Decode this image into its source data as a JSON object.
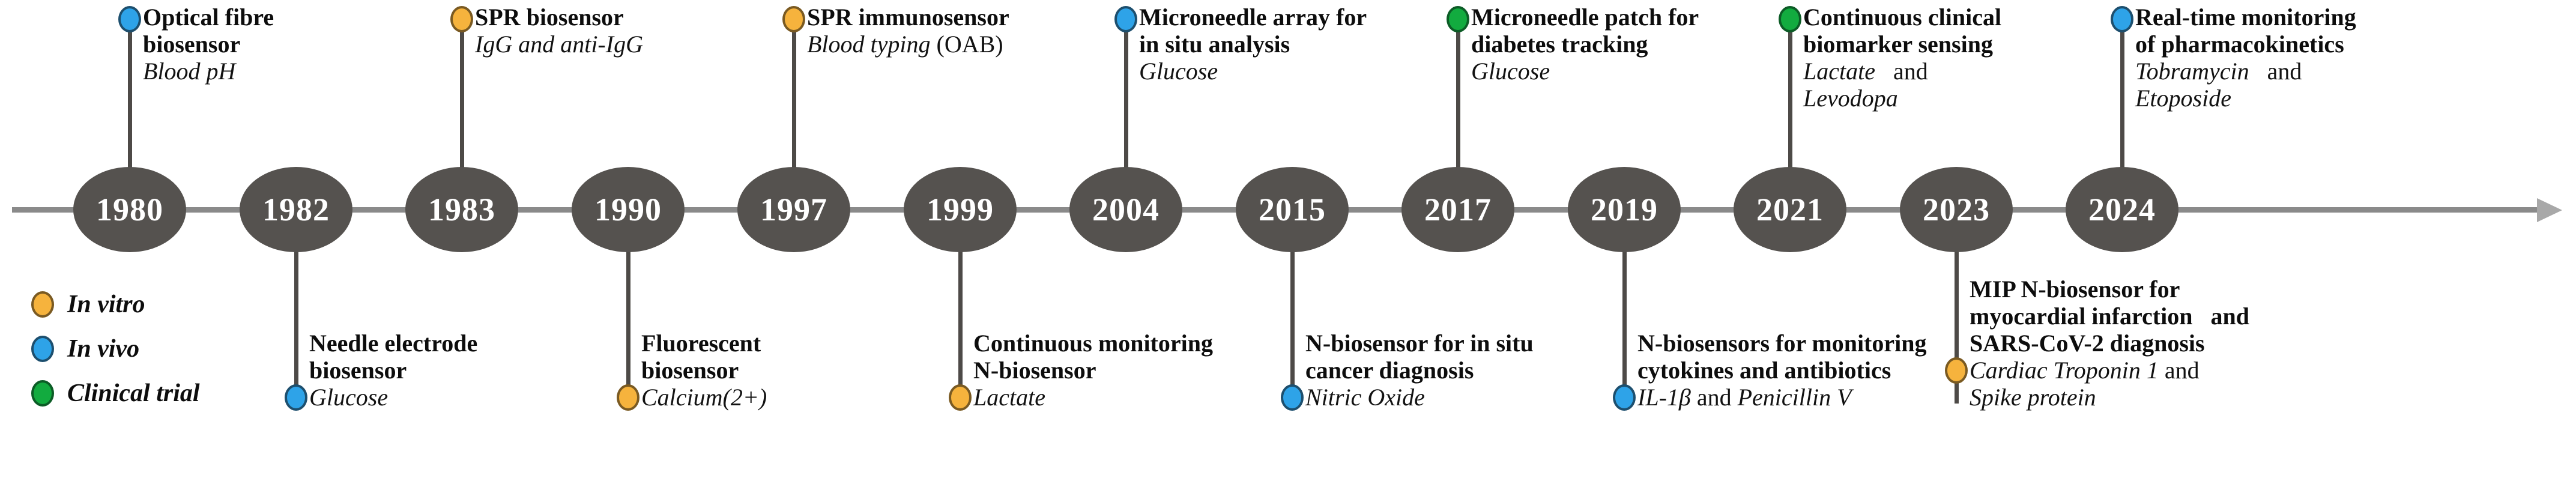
{
  "figure": {
    "kind": "timeline",
    "axis_direction": "left-to-right"
  },
  "legend": {
    "items": [
      {
        "key": "vitro",
        "label": "In vitro",
        "color": "#f6b33d"
      },
      {
        "key": "vivo",
        "label": "In vivo",
        "color": "#2ea3e8"
      },
      {
        "key": "clinical",
        "label": "Clinical trial",
        "color": "#12ab3f"
      }
    ]
  },
  "timeline": {
    "pill_color": "#55524f",
    "pill_text_color": "#ffffff",
    "years": [
      "1980",
      "1982",
      "1983",
      "1990",
      "1997",
      "1999",
      "2004",
      "2015",
      "2017",
      "2019",
      "2021",
      "2023",
      "2024"
    ]
  },
  "events": [
    {
      "year": "1980",
      "side": "top",
      "marker": "vivo",
      "title_lines": [
        "Optical fibre",
        "biosensor"
      ],
      "analyte_html": "<i>Blood pH</i>"
    },
    {
      "year": "1982",
      "side": "bottom",
      "marker": "vivo",
      "title_lines": [
        "Needle electrode",
        "biosensor"
      ],
      "analyte_html": "<i>Glucose</i>"
    },
    {
      "year": "1983",
      "side": "top",
      "marker": "vitro",
      "title_lines": [
        "SPR biosensor"
      ],
      "analyte_html": "<i>IgG and anti-IgG</i>"
    },
    {
      "year": "1990",
      "side": "bottom",
      "marker": "vitro",
      "title_lines": [
        "Fluorescent",
        "biosensor"
      ],
      "analyte_html": "<i>Calcium(2+)</i>"
    },
    {
      "year": "1997",
      "side": "top",
      "marker": "vitro",
      "title_lines": [
        "SPR immunosensor"
      ],
      "analyte_html": "<i>Blood typing</i> (OAB)"
    },
    {
      "year": "1999",
      "side": "bottom",
      "marker": "vitro",
      "title_lines": [
        "Continuous monitoring",
        "N-biosensor"
      ],
      "analyte_html": "<i>Lactate</i>"
    },
    {
      "year": "2004",
      "side": "top",
      "marker": "vivo",
      "title_lines": [
        "Microneedle array for",
        "in situ analysis"
      ],
      "analyte_html": "<i>Glucose</i>"
    },
    {
      "year": "2015",
      "side": "bottom",
      "marker": "vivo",
      "title_lines": [
        "N-biosensor for in situ",
        "cancer diagnosis"
      ],
      "analyte_html": "<i>Nitric Oxide</i>"
    },
    {
      "year": "2017",
      "side": "top",
      "marker": "clinical",
      "title_lines": [
        "Microneedle patch for",
        "diabetes tracking"
      ],
      "analyte_html": "<i>Glucose</i>"
    },
    {
      "year": "2019",
      "side": "bottom",
      "marker": "vivo",
      "title_lines": [
        "N-biosensors for monitoring",
        "cytokines and antibiotics"
      ],
      "analyte_html": "<i>IL-1&beta;</i> and <i>Penicillin V</i>"
    },
    {
      "year": "2021",
      "side": "top",
      "marker": "clinical",
      "title_lines": [
        "Continuous clinical",
        "biomarker sensing"
      ],
      "analyte_html": "<i>Lactate</i> &nbsp;&nbsp;and <br><i>Levodopa</i>"
    },
    {
      "year": "2023",
      "side": "bottom",
      "marker": "vitro",
      "title_lines": [
        "MIP N-biosensor for",
        "myocardial infarction &nbsp;&nbsp;and",
        "SARS-CoV-2 diagnosis"
      ],
      "analyte_html": "<i>Cardiac Troponin 1</i> and <br><i>Spike protein</i>"
    },
    {
      "year": "2024",
      "side": "top",
      "marker": "vivo",
      "title_lines": [
        "Real-time monitoring",
        "of pharmacokinetics"
      ],
      "analyte_html": "<i>Tobramycin</i> &nbsp;&nbsp;and <br><i>Etoposide</i>"
    }
  ]
}
